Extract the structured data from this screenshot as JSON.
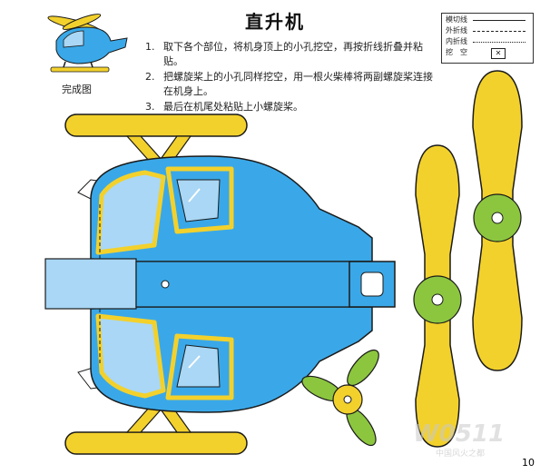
{
  "page": {
    "title": "直升机",
    "done_label": "完成图",
    "page_number": "10"
  },
  "instructions": [
    {
      "num": "1.",
      "text": "取下各个部位，将机身顶上的小孔挖空，再按折线折叠并粘贴。"
    },
    {
      "num": "2.",
      "text": "把螺旋桨上的小孔同样挖空，用一根火柴棒将两副螺旋桨连接在机身上。"
    },
    {
      "num": "3.",
      "text": "最后在机尾处粘贴上小螺旋桨。"
    }
  ],
  "legend": {
    "cut": "模切线",
    "outer_fold": "外折线",
    "inner_fold": "内折线",
    "hollow": "挖　空",
    "hollow_mark": "✕"
  },
  "watermark": {
    "text": "W0511",
    "sub": "中国风火之都"
  },
  "colors": {
    "yellow": "#f3d12c",
    "yellow_dark": "#c9a80f",
    "blue": "#3aa8e8",
    "blue_light": "#a9d7f5",
    "green": "#8cc63f",
    "outline": "#1a1a1a"
  }
}
